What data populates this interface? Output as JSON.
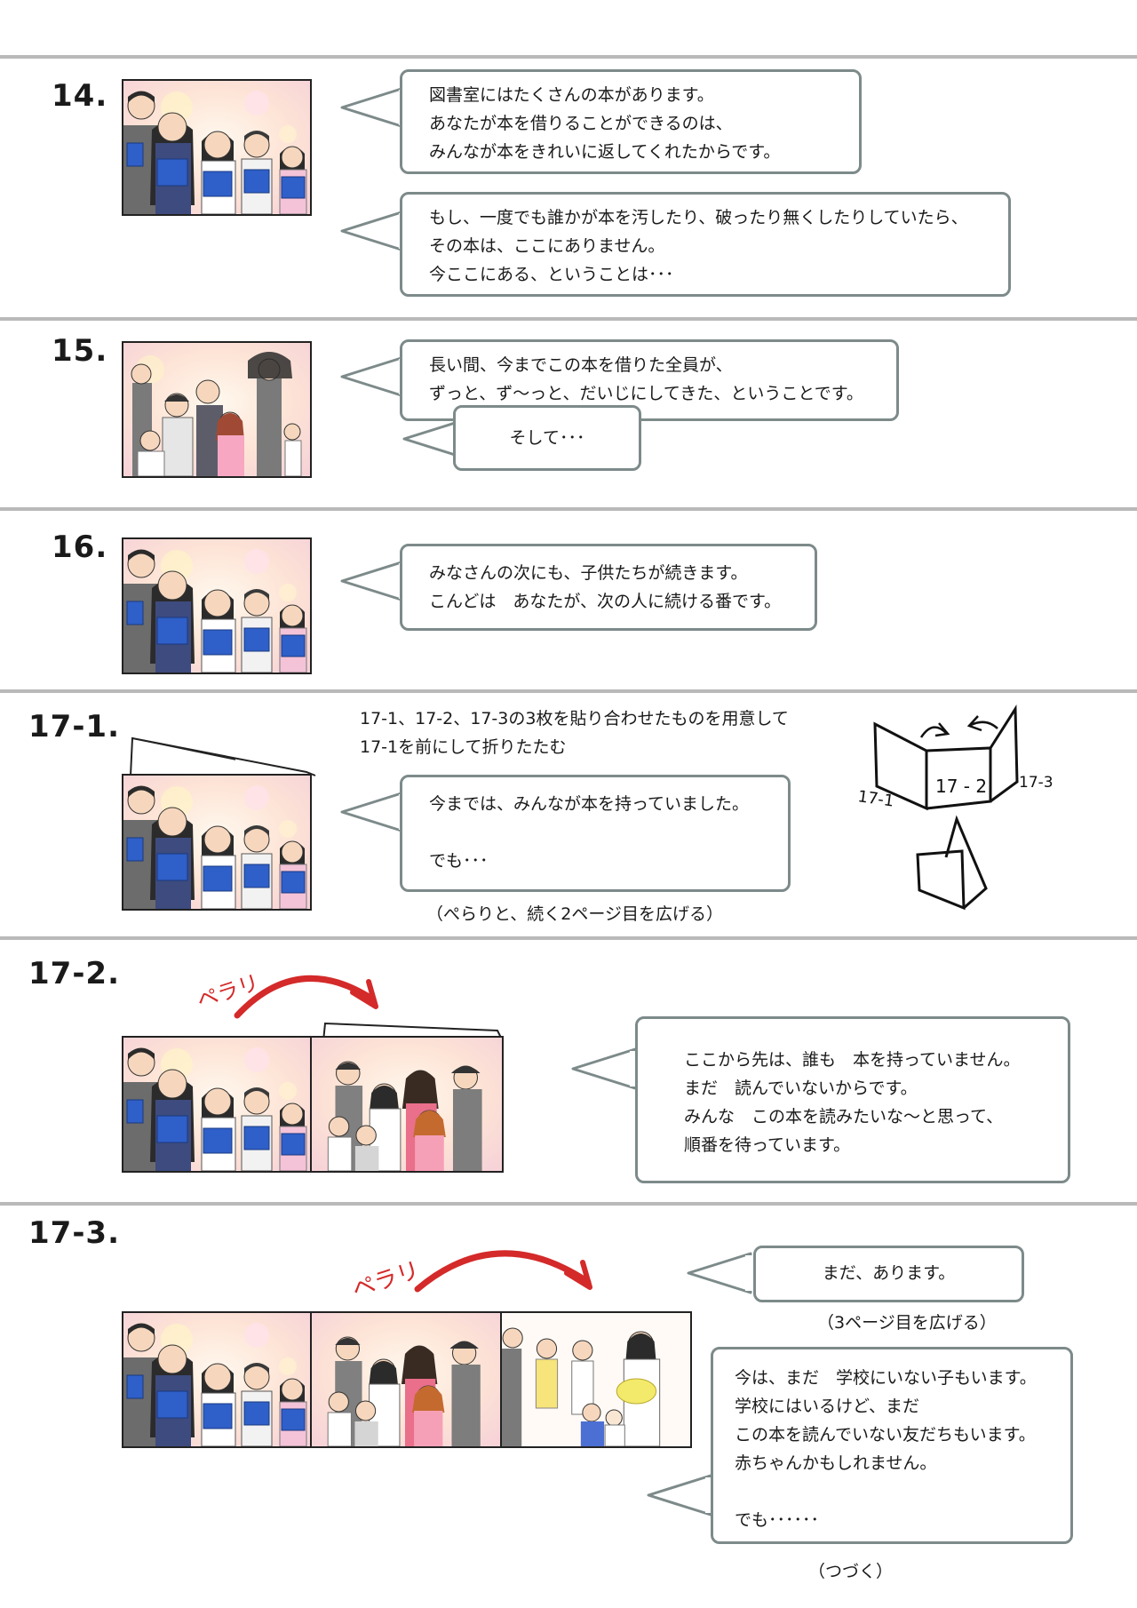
{
  "sections": {
    "s14": {
      "number": "14.",
      "bubble1": [
        "図書室にはたくさんの本があります。",
        "あなたが本を借りることができるのは、",
        "みんなが本をきれいに返してくれたからです。"
      ],
      "bubble2": [
        "もし、一度でも誰かが本を汚したり、破ったり無くしたりしていたら、",
        "その本は、ここにありません。",
        "今ここにある、ということは･･･"
      ]
    },
    "s15": {
      "number": "15.",
      "bubble1": [
        "長い間、今までこの本を借りた全員が、",
        "ずっと、ず～っと、だいじにしてきた、ということです。"
      ],
      "bubble2": "そして･･･"
    },
    "s16": {
      "number": "16.",
      "bubble1": [
        "みなさんの次にも、子供たちが続きます。",
        "こんどは　あなたが、次の人に続ける番です。"
      ]
    },
    "s17_1": {
      "number": "17-1.",
      "instruction": [
        "17-1、17-2、17-3の3枚を貼り合わせたものを用意して",
        "17-1を前にして折りたたむ"
      ],
      "bubble1": [
        "今までは、みんなが本を持っていました。",
        "",
        "でも･･･"
      ],
      "note": "（ぺらりと、続く2ページ目を広げる）",
      "sketch_labels": {
        "left": "17-1",
        "middle": "17 - 2",
        "right": "17-3"
      }
    },
    "s17_2": {
      "number": "17-2.",
      "flip_label": "ペラリ",
      "bubble1": [
        "ここから先は、誰も　本を持っていません。",
        "まだ　読んでいないからです。",
        "みんな　この本を読みたいな～と思って、",
        "順番を待っています。"
      ]
    },
    "s17_3": {
      "number": "17-3.",
      "flip_label": "ペラリ",
      "bubble1": "まだ、あります。",
      "note": "（3ページ目を広げる）",
      "bubble2": [
        "今は、まだ　学校にいない子もいます。",
        "学校にはいるけど、まだ",
        "この本を読んでいない友だちもいます。",
        "赤ちゃんかもしれません。",
        "",
        "でも･･････"
      ],
      "footer": "（つづく）"
    }
  },
  "colors": {
    "bubble_border": "#7d8a8a",
    "rule": "#b9b9b9",
    "book_blue": "#2f5fc8",
    "arrow_red": "#d42a2a"
  },
  "icons": [
    "book-icon",
    "flip-arrow-icon",
    "fold-sketch-icon"
  ]
}
